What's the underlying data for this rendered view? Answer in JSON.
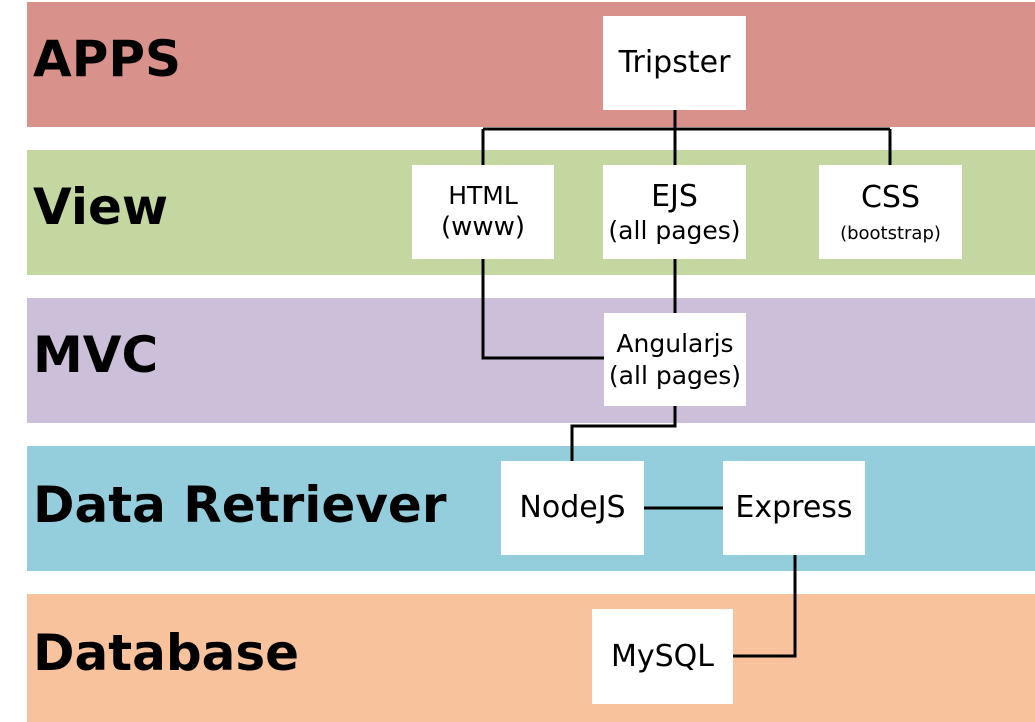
{
  "colors": {
    "apps": "#d8918b",
    "view": "#c4d7a0",
    "mvc": "#cbbfd9",
    "data_retriever": "#94cedd",
    "database": "#f8c39c",
    "node_fill": "#ffffff",
    "connector": "#000000"
  },
  "layers": {
    "apps": "APPS",
    "view": "View",
    "mvc": "MVC",
    "data_retriever": "Data Retriever",
    "database": "Database"
  },
  "nodes": {
    "tripster": {
      "line1": "Tripster"
    },
    "html": {
      "line1": "HTML",
      "line2": "(www)"
    },
    "ejs": {
      "line1": "EJS",
      "line2": "(all pages)"
    },
    "css": {
      "line1": "CSS",
      "line2": "(bootstrap)"
    },
    "angularjs": {
      "line1": "Angularjs",
      "line2": "(all pages)"
    },
    "nodejs": {
      "line1": "NodeJS"
    },
    "express": {
      "line1": "Express"
    },
    "mysql": {
      "line1": "MySQL"
    }
  },
  "connections": [
    [
      "tripster",
      "html"
    ],
    [
      "tripster",
      "ejs"
    ],
    [
      "tripster",
      "css"
    ],
    [
      "html",
      "angularjs"
    ],
    [
      "ejs",
      "angularjs"
    ],
    [
      "angularjs",
      "nodejs"
    ],
    [
      "nodejs",
      "express"
    ],
    [
      "express",
      "mysql"
    ]
  ]
}
